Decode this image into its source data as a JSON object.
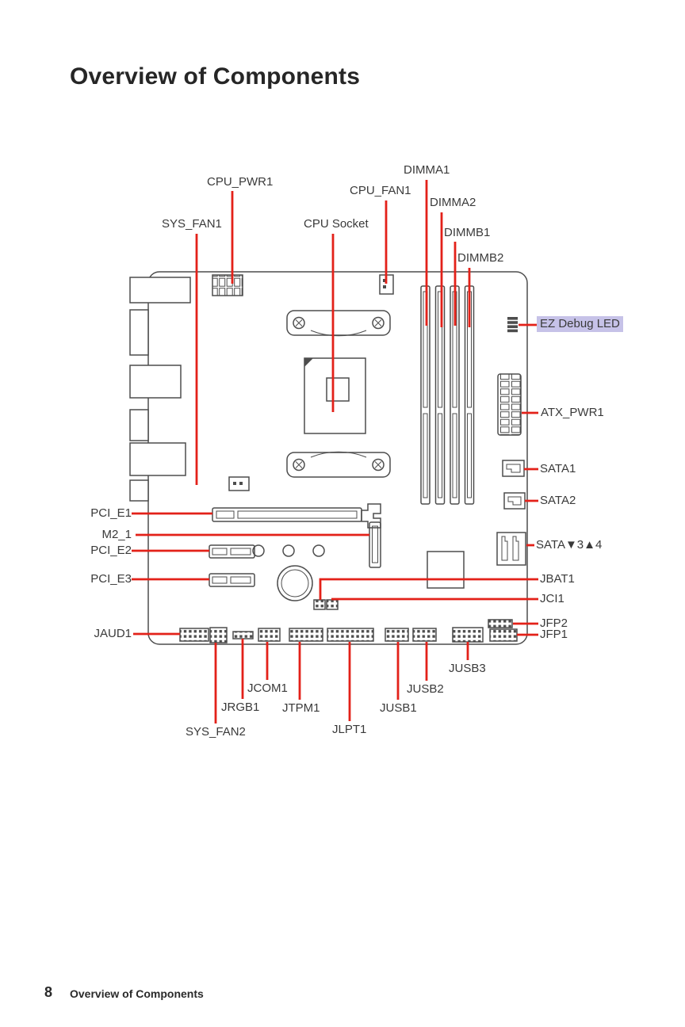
{
  "page": {
    "title": "Overview of Components",
    "footer": {
      "page_number": "8",
      "section": "Overview of Components"
    }
  },
  "colors": {
    "callout": "#e32119",
    "board_line": "#4d4d4d",
    "label_text": "#3a3a3a",
    "title_text": "#262626",
    "highlight_bg": "#c6c2e8"
  },
  "labels": {
    "cpu_pwr1": "CPU_PWR1",
    "sys_fan1": "SYS_FAN1",
    "cpu_socket": "CPU Socket",
    "cpu_fan1": "CPU_FAN1",
    "dimma1": "DIMMA1",
    "dimma2": "DIMMA2",
    "dimmb1": "DIMMB1",
    "dimmb2": "DIMMB2",
    "ez_debug_led": "EZ Debug LED",
    "atx_pwr1": "ATX_PWR1",
    "sata1": "SATA1",
    "sata2": "SATA2",
    "sata34": "SATA▼3▲4",
    "jbat1": "JBAT1",
    "jci1": "JCI1",
    "jfp2": "JFP2",
    "jfp1": "JFP1",
    "jaud1": "JAUD1",
    "pci_e1": "PCI_E1",
    "m2_1": "M2_1",
    "pci_e2": "PCI_E2",
    "pci_e3": "PCI_E3",
    "jusb3": "JUSB3",
    "jusb2": "JUSB2",
    "jusb1": "JUSB1",
    "jlpt1": "JLPT1",
    "jtpm1": "JTPM1",
    "jcom1": "JCOM1",
    "jrgb1": "JRGB1",
    "sys_fan2": "SYS_FAN2"
  }
}
